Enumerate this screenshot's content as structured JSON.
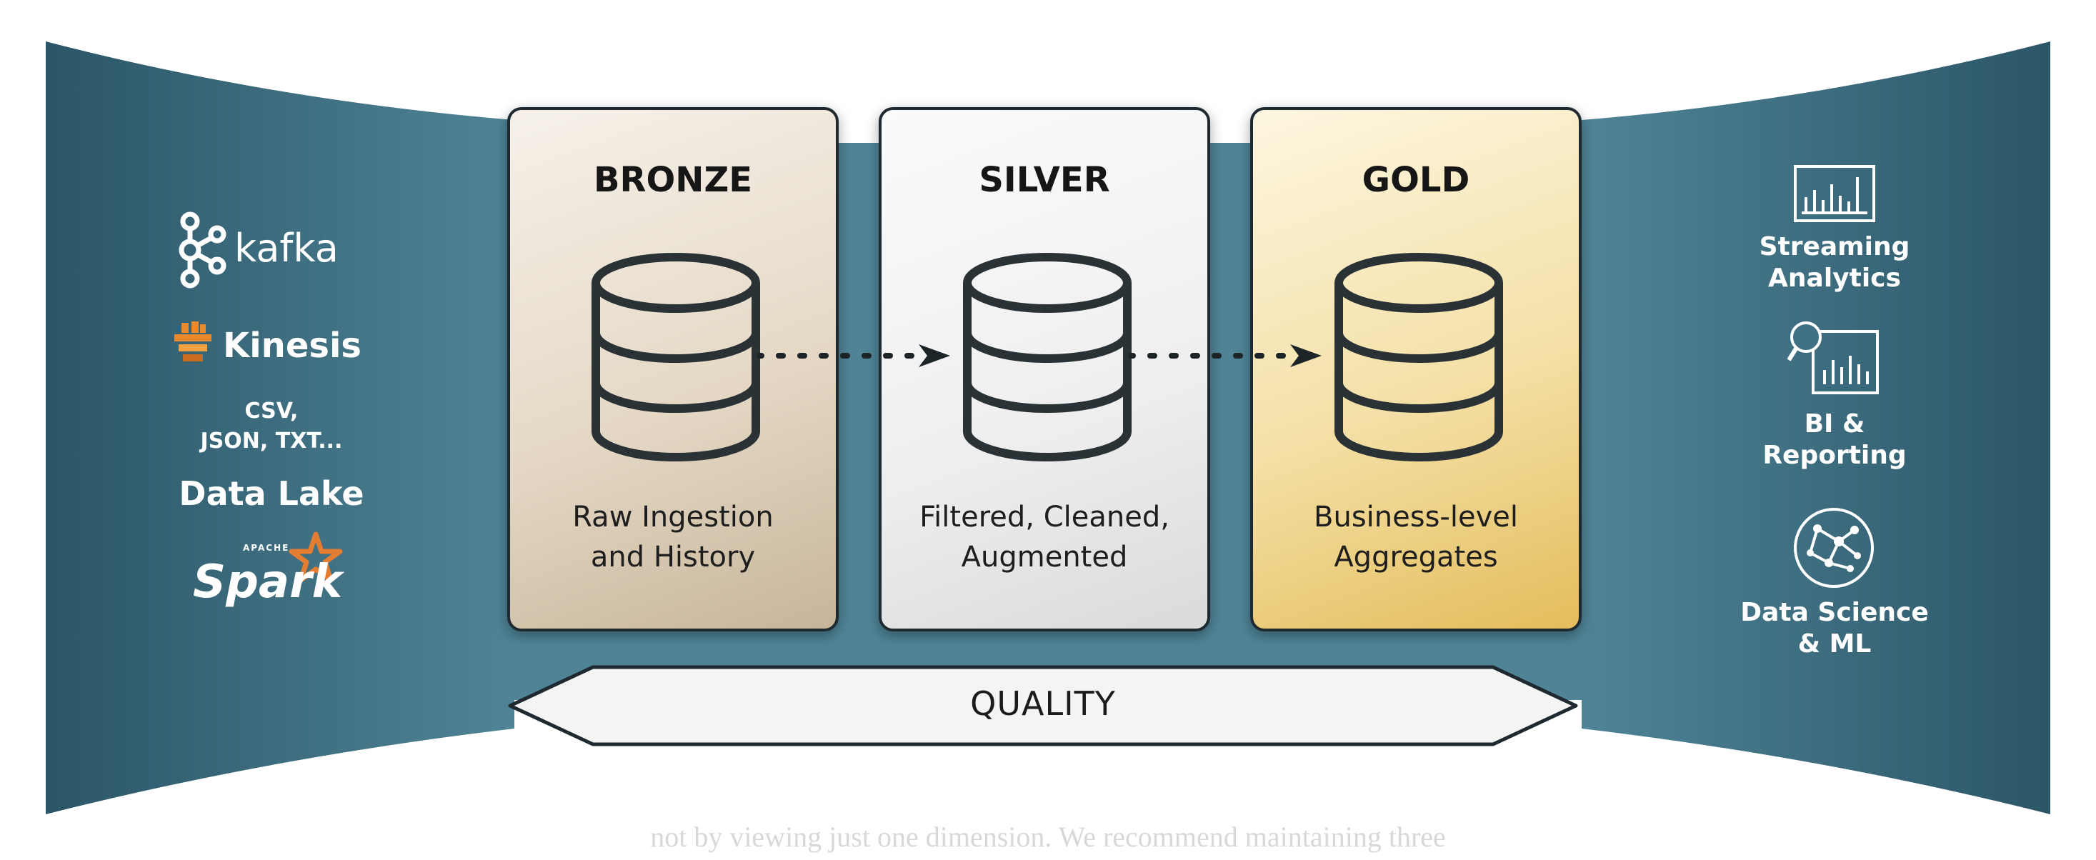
{
  "sources": {
    "kafka": "kafka",
    "kinesis": "Kinesis",
    "files_line1": "CSV,",
    "files_line2": "JSON, TXT...",
    "data_lake": "Data Lake",
    "spark_small": "APACHE",
    "spark": "Spark"
  },
  "layers": [
    {
      "title": "BRONZE",
      "desc_line1": "Raw Ingestion",
      "desc_line2": "and History"
    },
    {
      "title": "SILVER",
      "desc_line1": "Filtered, Cleaned,",
      "desc_line2": "Augmented"
    },
    {
      "title": "GOLD",
      "desc_line1": "Business-level",
      "desc_line2": "Aggregates"
    }
  ],
  "quality_label": "QUALITY",
  "outputs": [
    {
      "line1": "Streaming",
      "line2": "Analytics",
      "icon": "bar-chart-icon"
    },
    {
      "line1": "BI &",
      "line2": "Reporting",
      "icon": "magnifier-chart-icon"
    },
    {
      "line1": "Data Science",
      "line2": "& ML",
      "icon": "network-graph-icon"
    }
  ],
  "footer_text": "not by viewing just one dimension. We recommend maintaining three",
  "colors": {
    "band_dark": "#2d5a6b",
    "band_light": "#4f8497",
    "bronze": "#d9c8b0",
    "silver": "#eeeeee",
    "gold": "#f1d68a",
    "outline": "#1f2a30",
    "kinesis_orange": "#e8892e",
    "spark_orange": "#e47c32"
  }
}
